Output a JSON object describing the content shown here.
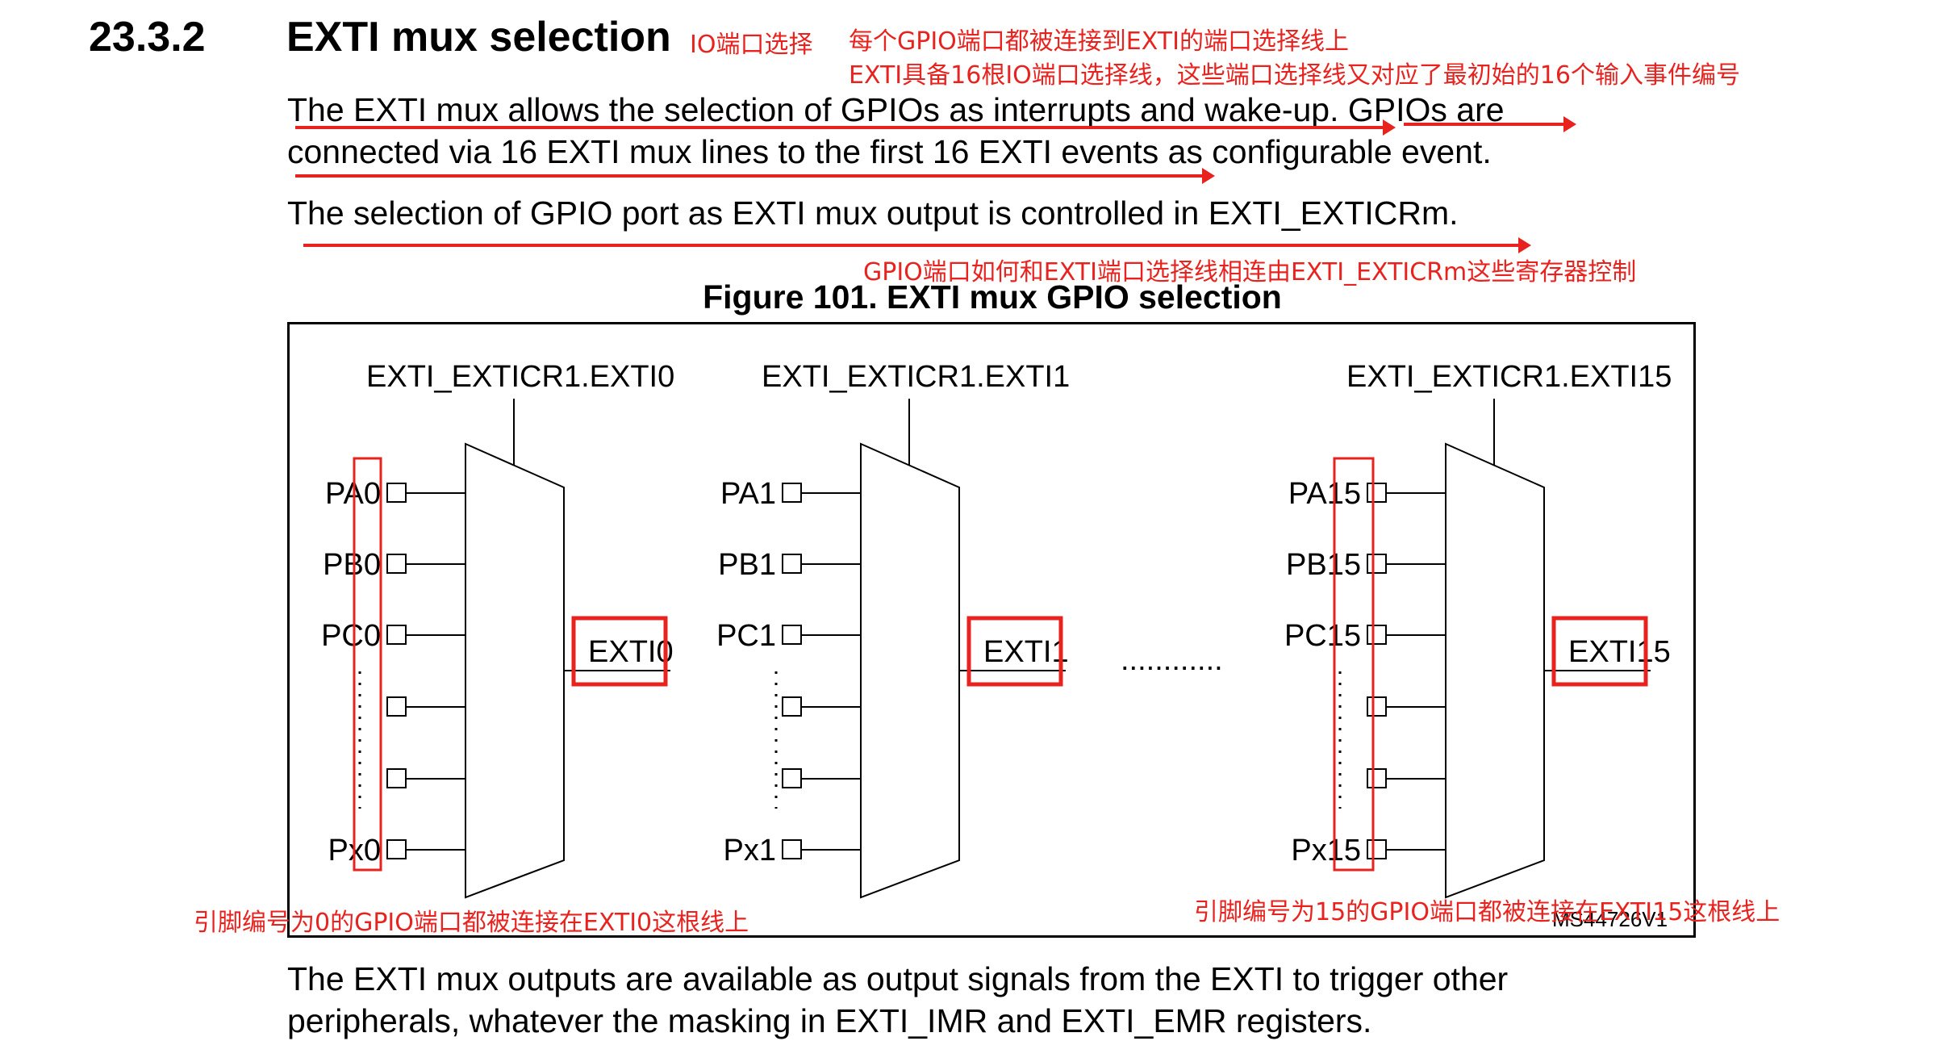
{
  "section": {
    "number": "23.3.2",
    "title": "EXTI mux selection"
  },
  "paragraphs": {
    "p1_line1": "The EXTI mux allows the selection of GPIOs as interrupts and wake-up. GPIOs are",
    "p1_line2": "connected via 16 EXTI mux lines to the first 16 EXTI events as configurable event.",
    "p2": "The selection of GPIO port as EXTI mux output is controlled in EXTI_EXTICRm.",
    "p3_line1": "The EXTI mux outputs are available as output signals from the EXTI to trigger other",
    "p3_line2": "peripherals, whatever the masking in EXTI_IMR and EXTI_EMR registers."
  },
  "annotations": {
    "io_port_select": "IO端口选择",
    "line1": "每个GPIO端口都被连接到EXTI的端口选择线上",
    "line2": "EXTI具备16根IO端口选择线，这些端口选择线又对应了最初始的16个输入事件编号",
    "register_note": "GPIO端口如何和EXTI端口选择线相连由EXTI_EXTICRm这些寄存器控制",
    "pin0_note": "引脚编号为0的GPIO端口都被连接在EXTI0这根线上",
    "pin15_note": "引脚编号为15的GPIO端口都被连接在EXTI15这根线上",
    "color": "#e8231f"
  },
  "figure": {
    "title": "Figure 101. EXTI mux GPIO selection",
    "code": "MS44726V1",
    "ellipsis": "............",
    "muxes": [
      {
        "select_label": "EXTI_EXTICR1.EXTI0",
        "inputs": [
          "PA0",
          "PB0",
          "PC0",
          "",
          "",
          "Px0"
        ],
        "output": "EXTI0"
      },
      {
        "select_label": "EXTI_EXTICR1.EXTI1",
        "inputs": [
          "PA1",
          "PB1",
          "PC1",
          "",
          "",
          "Px1"
        ],
        "output": "EXTI1"
      },
      {
        "select_label": "EXTI_EXTICR1.EXTI15",
        "inputs": [
          "PA15",
          "PB15",
          "PC15",
          "",
          "",
          "Px15"
        ],
        "output": "EXTI15"
      }
    ]
  }
}
